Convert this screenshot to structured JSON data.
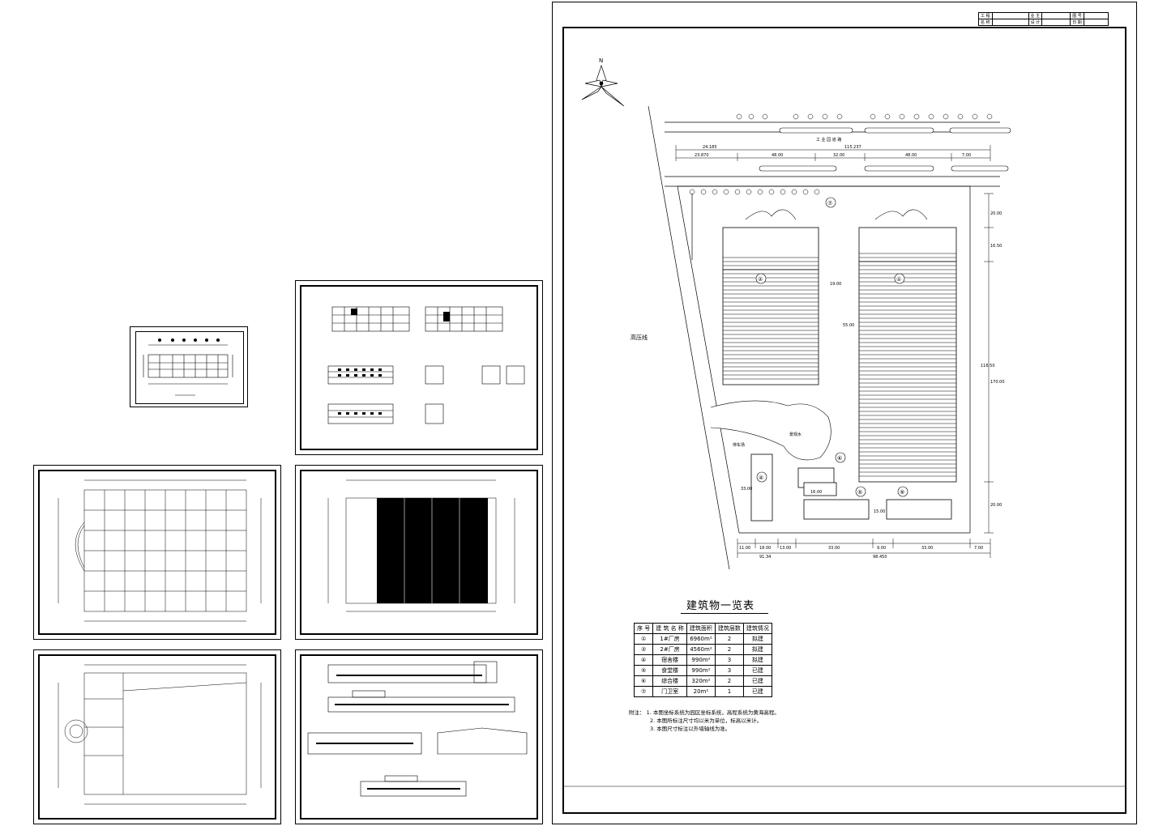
{
  "site_plan": {
    "north_label": "N",
    "road_label": "工 业 园 道 路",
    "hv_line_label": "高压线",
    "lake_label": "景观水",
    "parking_label": "停车场",
    "buildings": [
      "①",
      "②",
      "④",
      "⑤",
      "⑥",
      "⑦",
      "⑨"
    ],
    "dims_top": [
      "24.185",
      "23.870",
      "48.00",
      "32.00",
      "48.00",
      "7.00"
    ],
    "dims_total_top": "115.237",
    "dims_bottom": [
      "11.00",
      "18.00",
      "13.00",
      "33.00",
      "9.00",
      "33.00",
      "7.00"
    ],
    "dims_total_bottom": [
      "91.34",
      "98.450"
    ],
    "dims_right": [
      "20.00",
      "16.50",
      "116.50",
      "170.00",
      "20.00"
    ],
    "dims_mid": [
      "19.00",
      "55.00",
      "33.00",
      "16.00",
      "15.00"
    ]
  },
  "schedule": {
    "title": "建筑物一览表",
    "headers": [
      "序 号",
      "建 筑 名 称",
      "建筑面积",
      "建筑层数",
      "建筑情况"
    ],
    "rows": [
      [
        "①",
        "1#厂房",
        "6960m²",
        "2",
        "拟建"
      ],
      [
        "②",
        "2#厂房",
        "4560m²",
        "2",
        "拟建"
      ],
      [
        "④",
        "宿舍楼",
        "990m²",
        "3",
        "拟建"
      ],
      [
        "⑤",
        "食堂楼",
        "990m²",
        "3",
        "已建"
      ],
      [
        "⑥",
        "综合楼",
        "320m²",
        "2",
        "已建"
      ],
      [
        "⑦",
        "门卫室",
        "20m²",
        "1",
        "已建"
      ]
    ]
  },
  "notes": {
    "lead": "附注：",
    "items": [
      "1. 本图坐标系统为园区坐标系统，高程系统为黄海高程。",
      "2. 本图所标注尺寸均以米为单位，标高以米计。",
      "3. 本图尺寸标注以外墙轴线为准。"
    ]
  },
  "title_block": {
    "cells": [
      "工 程",
      "业 主",
      "图 号",
      "名 称",
      "设 计",
      "日 期"
    ]
  }
}
